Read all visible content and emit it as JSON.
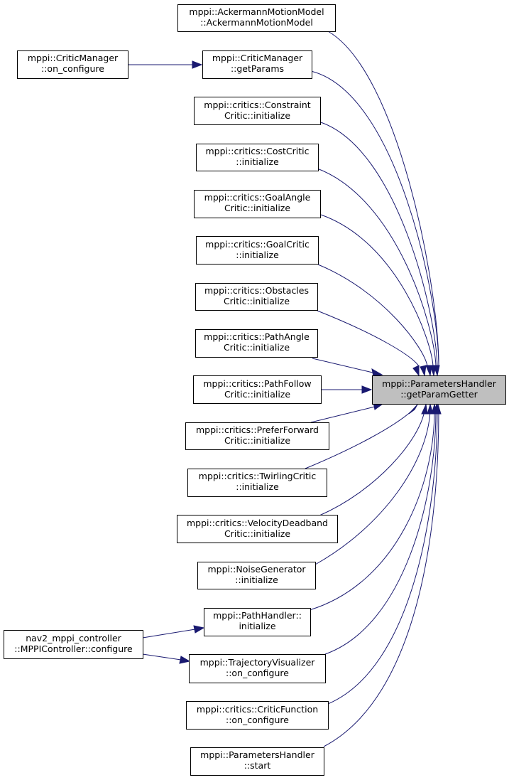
{
  "graph": {
    "edge_color": "#191970",
    "focus_fill": "#bfbfbf",
    "nodes": [
      {
        "id": "ackermann",
        "lines": [
          "mppi::AckermannMotionModel",
          "::AckermannMotionModel"
        ]
      },
      {
        "id": "cm_on_configure",
        "lines": [
          "mppi::CriticManager",
          "::on_configure"
        ]
      },
      {
        "id": "cm_getparams",
        "lines": [
          "mppi::CriticManager",
          "::getParams"
        ]
      },
      {
        "id": "constraint",
        "lines": [
          "mppi::critics::Constraint",
          "Critic::initialize"
        ]
      },
      {
        "id": "cost",
        "lines": [
          "mppi::critics::CostCritic",
          "::initialize"
        ]
      },
      {
        "id": "goalangle",
        "lines": [
          "mppi::critics::GoalAngle",
          "Critic::initialize"
        ]
      },
      {
        "id": "goal",
        "lines": [
          "mppi::critics::GoalCritic",
          "::initialize"
        ]
      },
      {
        "id": "obstacles",
        "lines": [
          "mppi::critics::Obstacles",
          "Critic::initialize"
        ]
      },
      {
        "id": "pathangle",
        "lines": [
          "mppi::critics::PathAngle",
          "Critic::initialize"
        ]
      },
      {
        "id": "pathfollow",
        "lines": [
          "mppi::critics::PathFollow",
          "Critic::initialize"
        ]
      },
      {
        "id": "focus",
        "lines": [
          "mppi::ParametersHandler",
          "::getParamGetter"
        ]
      },
      {
        "id": "preferforward",
        "lines": [
          "mppi::critics::PreferForward",
          "Critic::initialize"
        ]
      },
      {
        "id": "twirling",
        "lines": [
          "mppi::critics::TwirlingCritic",
          "::initialize"
        ]
      },
      {
        "id": "velocity",
        "lines": [
          "mppi::critics::VelocityDeadband",
          "Critic::initialize"
        ]
      },
      {
        "id": "noise",
        "lines": [
          "mppi::NoiseGenerator",
          "::initialize"
        ]
      },
      {
        "id": "pathhandler",
        "lines": [
          "mppi::PathHandler::",
          "initialize"
        ]
      },
      {
        "id": "nav2",
        "lines": [
          "nav2_mppi_controller",
          "::MPPIController::configure"
        ]
      },
      {
        "id": "trajviz",
        "lines": [
          "mppi::TrajectoryVisualizer",
          "::on_configure"
        ]
      },
      {
        "id": "criticfn",
        "lines": [
          "mppi::critics::CriticFunction",
          "::on_configure"
        ]
      },
      {
        "id": "ph_start",
        "lines": [
          "mppi::ParametersHandler",
          "::start"
        ]
      }
    ]
  }
}
